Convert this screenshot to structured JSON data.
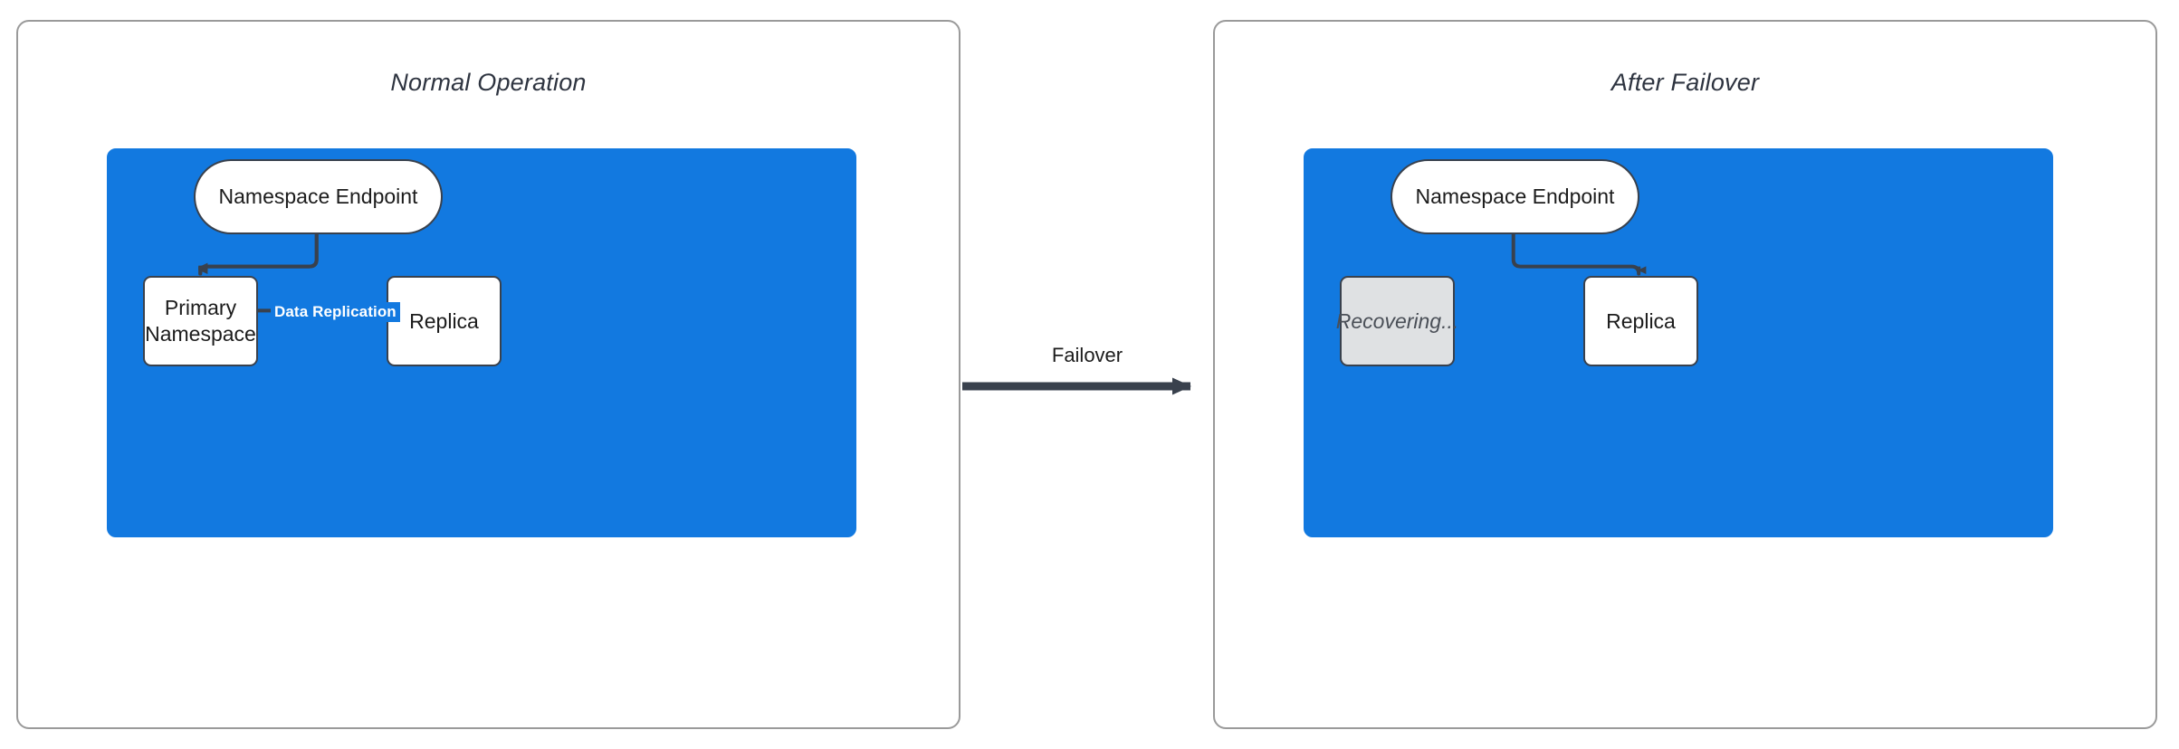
{
  "diagram": {
    "title_left": "Normal Operation",
    "title_right": "After Failover",
    "transition_label": "Failover",
    "left_panel": {
      "title": "Normal Operation",
      "nodes": [
        {
          "id": "endpoint",
          "label": "Namespace Endpoint",
          "shape": "pill",
          "state": "active"
        },
        {
          "id": "primary",
          "label": "Primary\nNamespace",
          "label_line1": "Primary",
          "label_line2": "Namespace",
          "shape": "rect",
          "state": "active"
        },
        {
          "id": "replica",
          "label": "Replica",
          "shape": "rect",
          "state": "active"
        }
      ],
      "edges": [
        {
          "from": "endpoint",
          "to": "primary",
          "label": "",
          "style": "elbow-arrow"
        },
        {
          "from": "primary",
          "to": "replica",
          "label": "Data Replication",
          "style": "straight-arrow"
        }
      ]
    },
    "right_panel": {
      "title": "After Failover",
      "nodes": [
        {
          "id": "endpoint",
          "label": "Namespace Endpoint",
          "shape": "pill",
          "state": "active"
        },
        {
          "id": "recovering",
          "label": "Recovering...",
          "shape": "rect",
          "state": "disabled"
        },
        {
          "id": "replica",
          "label": "Replica",
          "shape": "rect",
          "state": "active"
        }
      ],
      "edges": [
        {
          "from": "endpoint",
          "to": "replica",
          "label": "",
          "style": "elbow-arrow"
        }
      ]
    },
    "colors": {
      "container_blue": "#1279e0",
      "node_stroke": "#39414d",
      "node_fill": "#ffffff",
      "disabled_fill": "#dfe1e3",
      "disabled_text": "#4a4f57",
      "panel_border": "#9a9a9a",
      "edge_label_text": "#ffffff",
      "title_text": "#2e3440",
      "background": "#ffffff"
    }
  }
}
